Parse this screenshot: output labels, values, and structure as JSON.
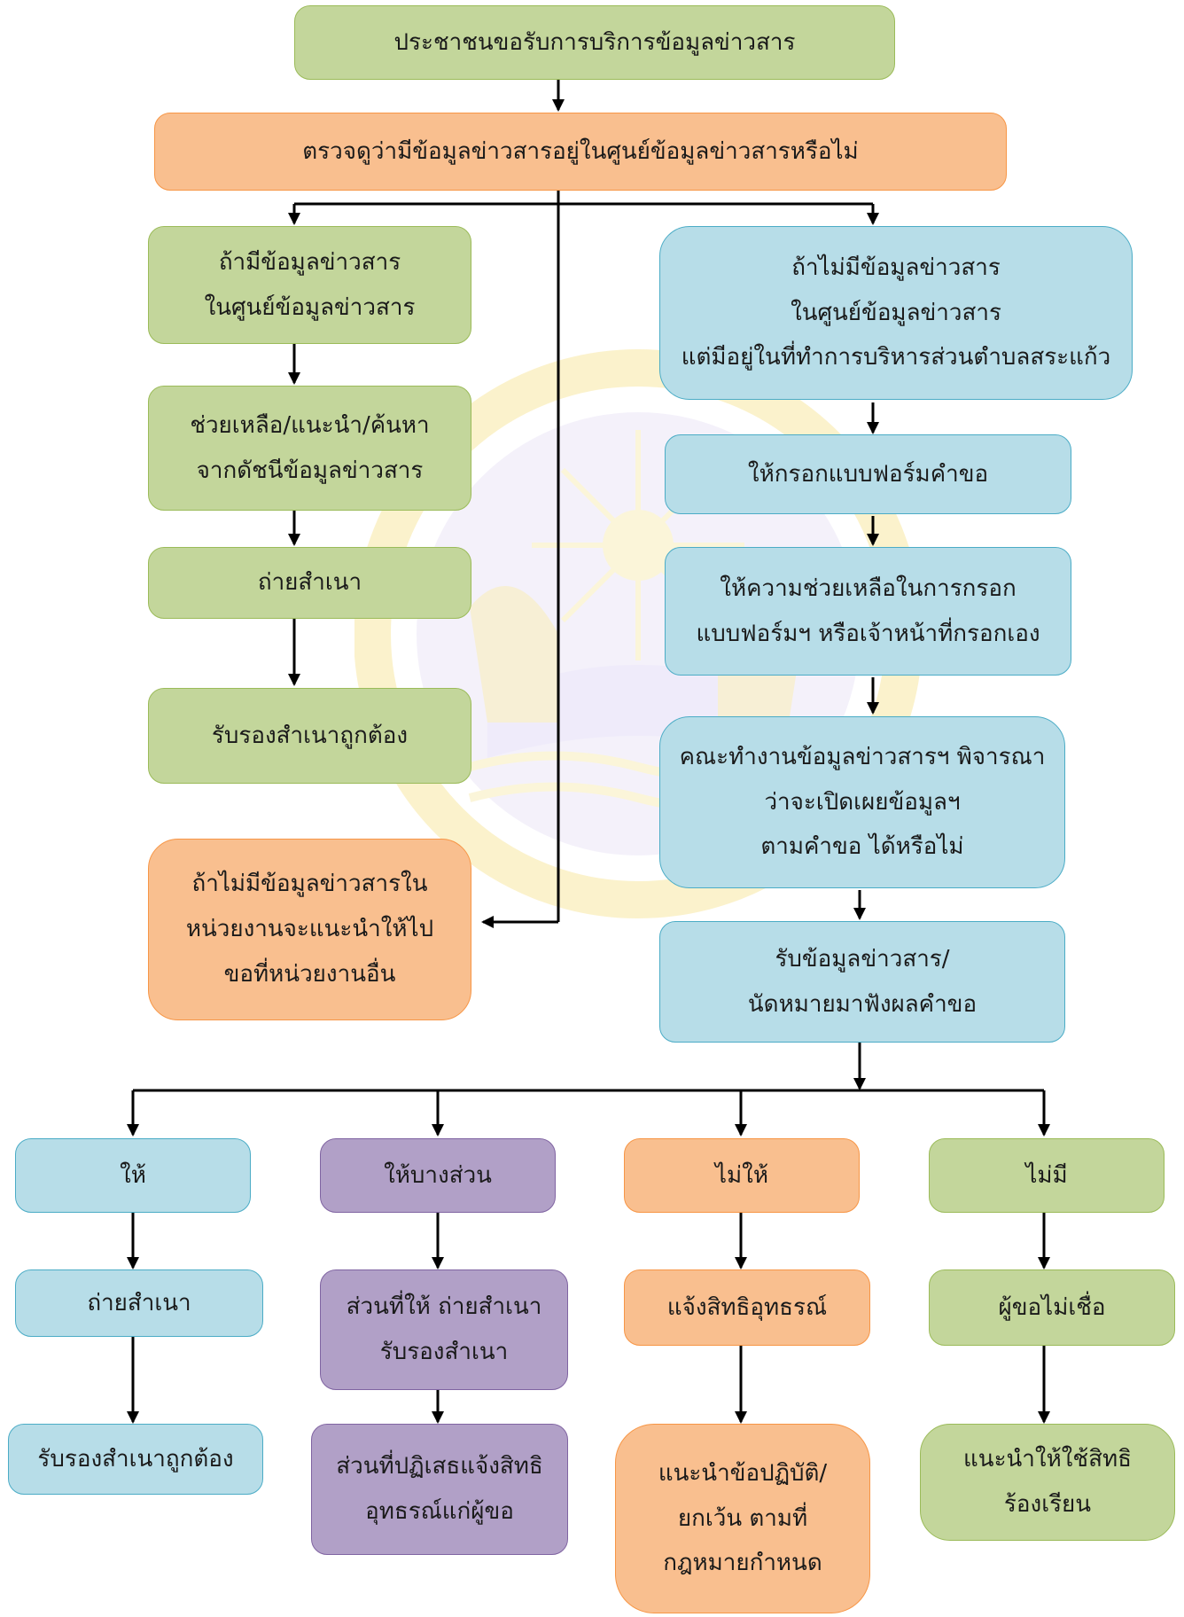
{
  "colors": {
    "green": "#c3d69b",
    "orange": "#f9bf8f",
    "blue": "#b7dde8",
    "purple": "#b1a0c7",
    "arrow": "#000000"
  },
  "watermark_icon": "emblem-seal-icon",
  "nodes": {
    "start": "ประชาชนขอรับการบริการข้อมูลข่าวสาร",
    "check": "ตรวจดูว่ามีข้อมูลข่าวสารอยู่ในศูนย์ข้อมูลข่าวสารหรือไม่",
    "has_info": [
      "ถ้ามีข้อมูลข่าวสาร",
      "ในศูนย์ข้อมูลข่าวสาร"
    ],
    "help_search": [
      "ช่วยเหลือ/แนะนำ/ค้นหา",
      "จากดัชนีข้อมูลข่าวสาร"
    ],
    "copy_left": "ถ่ายสำเนา",
    "certify_left": "รับรองสำเนาถูกต้อง",
    "refer_other": [
      "ถ้าไม่มีข้อมูลข่าวสารใน",
      "หน่วยงานจะแนะนำให้ไป",
      "ขอที่หน่วยงานอื่น"
    ],
    "no_info": [
      "ถ้าไม่มีข้อมูลข่าวสาร",
      "ในศูนย์ข้อมูลข่าวสาร",
      "แต่มีอยู่ในที่ทำการบริหารส่วนตำบลสระแก้ว"
    ],
    "fill_form": "ให้กรอกแบบฟอร์มคำขอ",
    "assist_form": [
      "ให้ความช่วยเหลือในการกรอก",
      "แบบฟอร์มฯ หรือเจ้าหน้าที่กรอกเอง"
    ],
    "committee": [
      "คณะทำงานข้อมูลข่าวสารฯ พิจารณา",
      "ว่าจะเปิดเผยข้อมูลฯ",
      "ตามคำขอ ได้หรือไม่"
    ],
    "receive": [
      "รับข้อมูลข่าวสาร/",
      "นัดหมายมาฟังผลคำขอ"
    ]
  },
  "outcomes": [
    {
      "label": "ให้",
      "step1": [
        "ถ่ายสำเนา"
      ],
      "step2": [
        "รับรองสำเนาถูกต้อง"
      ]
    },
    {
      "label": "ให้บางส่วน",
      "step1": [
        "ส่วนที่ให้ ถ่ายสำเนา",
        "รับรองสำเนา"
      ],
      "step2": [
        "ส่วนที่ปฏิเสธแจ้งสิทธิ",
        "อุทธรณ์แก่ผู้ขอ"
      ]
    },
    {
      "label": "ไม่ให้",
      "step1": [
        "แจ้งสิทธิอุทธรณ์"
      ],
      "step2": [
        "แนะนำข้อปฏิบัติ/",
        "ยกเว้น ตามที่",
        "กฎหมายกำหนด"
      ]
    },
    {
      "label": "ไม่มี",
      "step1": [
        "ผู้ขอไม่เชื่อ"
      ],
      "step2": [
        "แนะนำให้ใช้สิทธิ",
        "ร้องเรียน"
      ]
    }
  ]
}
